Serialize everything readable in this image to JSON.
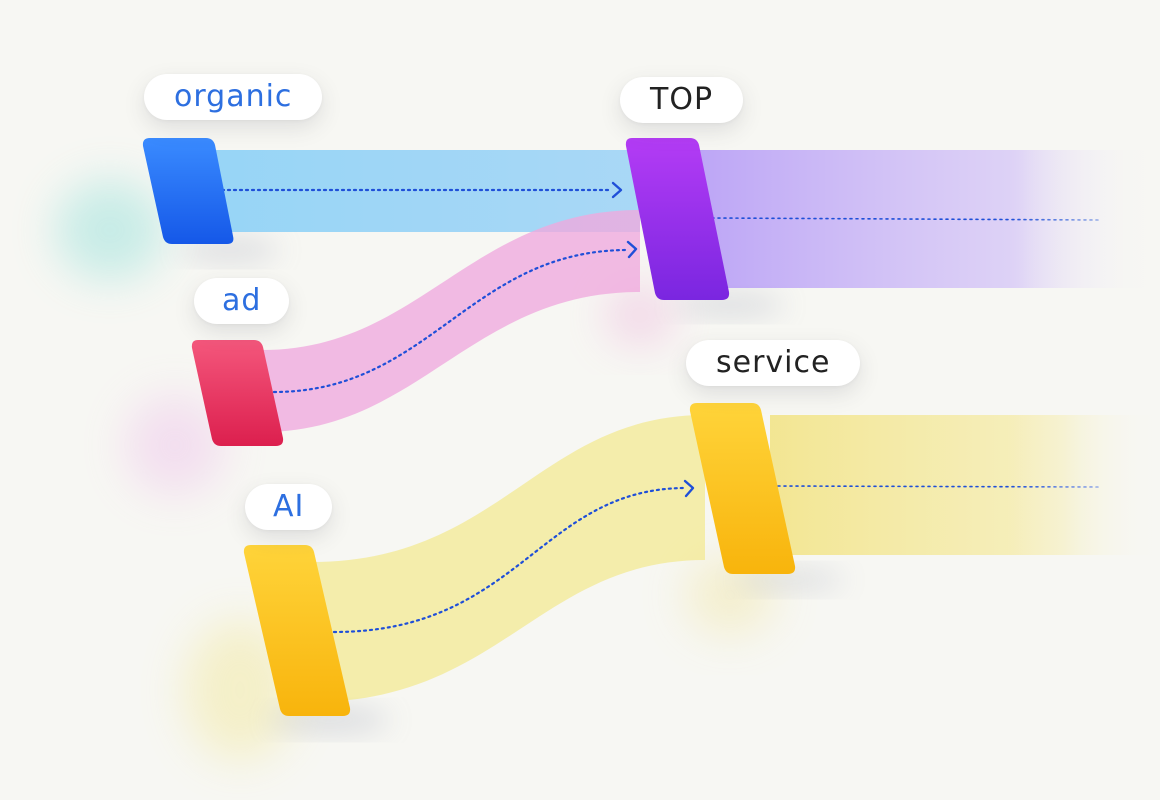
{
  "diagram": {
    "type": "flow",
    "nodes": [
      {
        "id": "organic",
        "label": "organic",
        "color": "#2f80ff",
        "label_color": "#2d6fe0"
      },
      {
        "id": "ad",
        "label": "ad",
        "color": "#ef3a66",
        "label_color": "#2d6fe0"
      },
      {
        "id": "ai",
        "label": "AI",
        "color": "#fcc11e",
        "label_color": "#2d6fe0"
      },
      {
        "id": "top",
        "label": "TOP",
        "color": "#9b3af0",
        "label_color": "#222222"
      },
      {
        "id": "service",
        "label": "service",
        "color": "#fcc11e",
        "label_color": "#222222"
      }
    ],
    "links": [
      {
        "from": "organic",
        "to": "top",
        "color": "#8fd0f5"
      },
      {
        "from": "ad",
        "to": "top",
        "color": "#f2aee0"
      },
      {
        "from": "ai",
        "to": "service",
        "color": "#f4ec9e"
      },
      {
        "from": "top",
        "to": "beyond",
        "color": "#c6b2f7"
      },
      {
        "from": "service",
        "to": "beyond",
        "color": "#f5e78c"
      }
    ],
    "arrow_color": "#1f4fd8"
  }
}
